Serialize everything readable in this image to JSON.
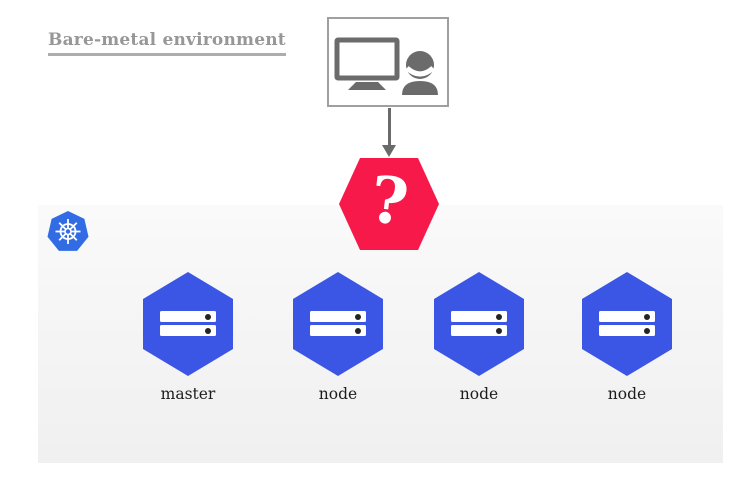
{
  "title": {
    "text": "Bare-metal environment"
  },
  "client_box": {
    "icon": "monitor-and-person"
  },
  "connector": {
    "type": "arrow-down"
  },
  "unknown_step": {
    "symbol": "?"
  },
  "environment": {
    "platform": "kubernetes",
    "nodes": [
      {
        "label": "master"
      },
      {
        "label": "node"
      },
      {
        "label": "node"
      },
      {
        "label": "node"
      }
    ]
  },
  "colors": {
    "question_hexagon_red": "#f7194a",
    "node_hexagon_blue": "#3b56e5",
    "kubernetes_blue": "#326ce5",
    "panel_gray": "#f4f4f4",
    "icon_gray": "#6a6a6a",
    "title_gray": "#979797"
  }
}
